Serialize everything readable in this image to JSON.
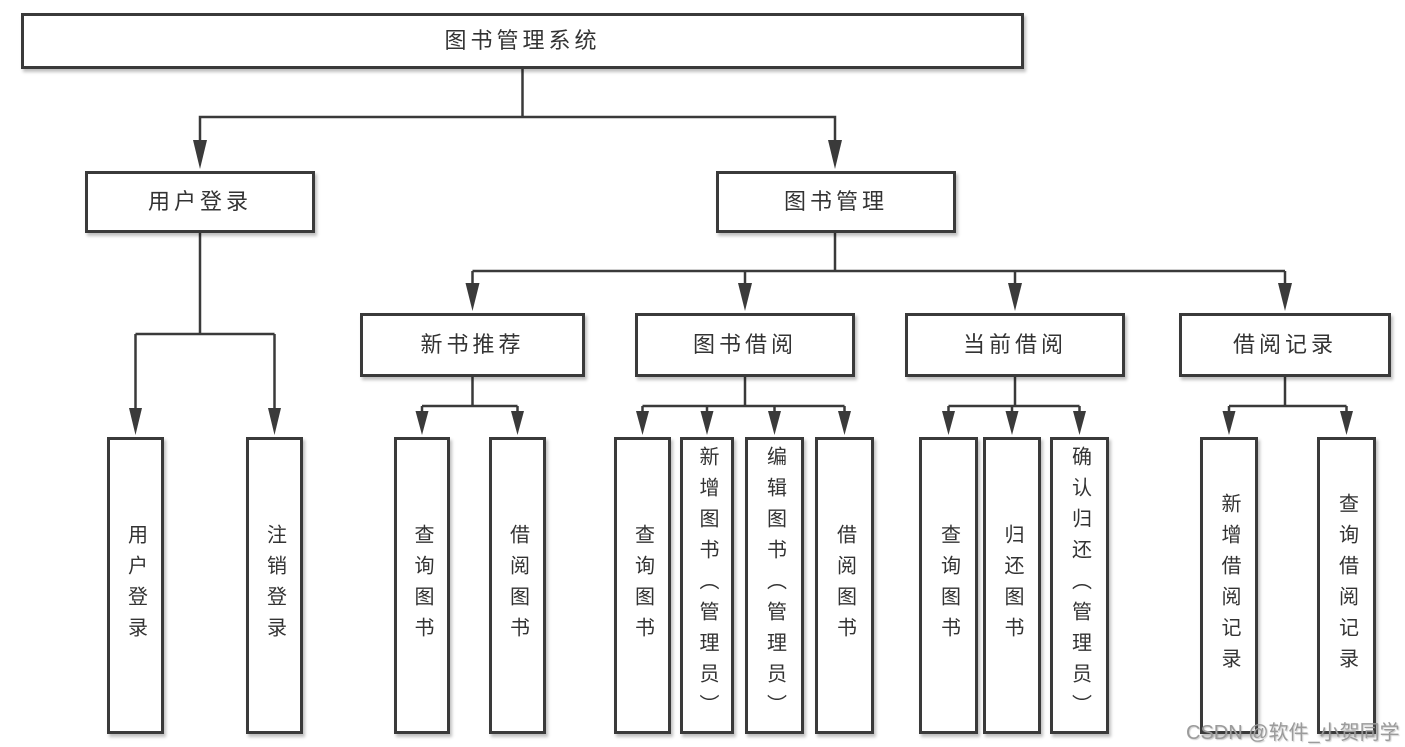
{
  "tree": {
    "label": "图书管理系统",
    "children": [
      {
        "label": "用户登录",
        "children": [
          {
            "label": "用户登录"
          },
          {
            "label": "注销登录"
          }
        ]
      },
      {
        "label": "图书管理",
        "children": [
          {
            "label": "新书推荐",
            "children": [
              {
                "label": "查询图书"
              },
              {
                "label": "借阅图书"
              }
            ]
          },
          {
            "label": "图书借阅",
            "children": [
              {
                "label": "查询图书"
              },
              {
                "label": "新增图书（管理员）"
              },
              {
                "label": "编辑图书（管理员）"
              },
              {
                "label": "借阅图书"
              }
            ]
          },
          {
            "label": "当前借阅",
            "children": [
              {
                "label": "查询图书"
              },
              {
                "label": "归还图书"
              },
              {
                "label": "确认归还（管理员）"
              }
            ]
          },
          {
            "label": "借阅记录",
            "children": [
              {
                "label": "新增借阅记录"
              },
              {
                "label": "查询借阅记录"
              }
            ]
          }
        ]
      }
    ]
  },
  "watermark": {
    "text": "CSDN @软件_小贺同学"
  },
  "colors": {
    "line": "#3a3a3a",
    "text": "#333333",
    "watermark": "#9b9b9b",
    "box-bg": "#ffffff"
  }
}
